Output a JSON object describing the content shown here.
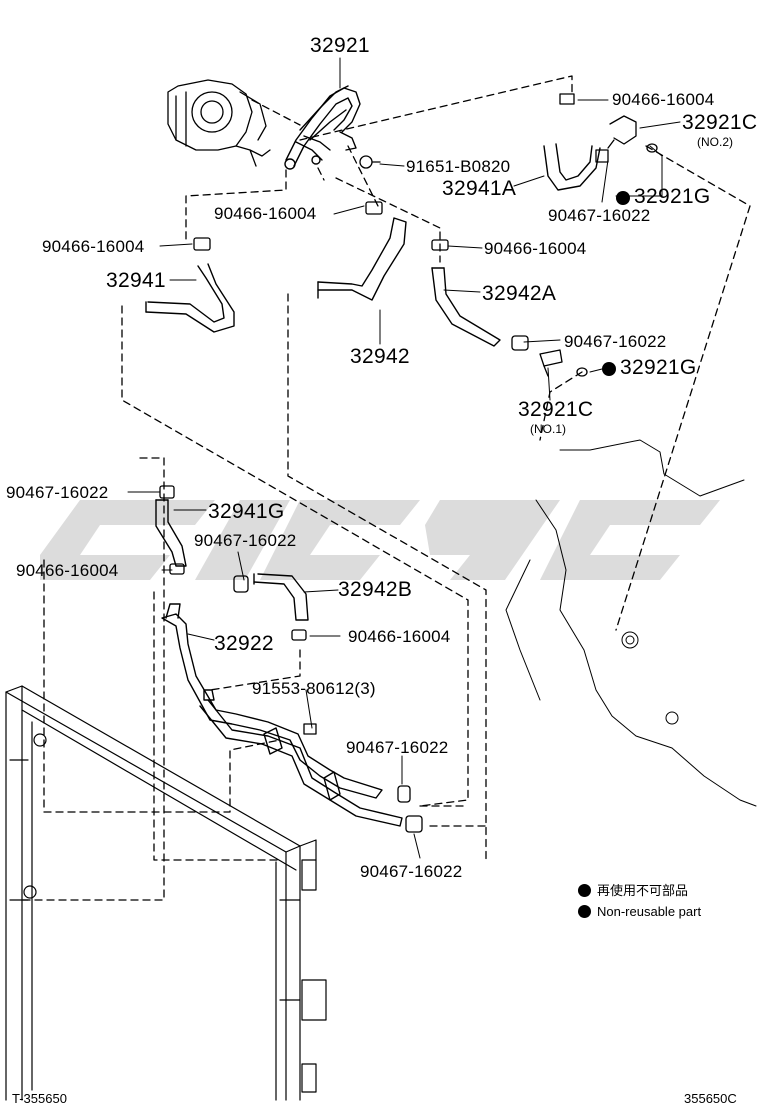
{
  "labels": {
    "p32921": "32921",
    "p90466_tr": "90466-16004",
    "p32921C_top": "32921C",
    "no2": "(NO.2)",
    "p91651": "91651-B0820",
    "p32941A": "32941A",
    "p32921G_top": "32921G",
    "p90467_top": "90467-16022",
    "p90466_mid": "90466-16004",
    "p90466_left": "90466-16004",
    "p90466_right": "90466-16004",
    "p32941": "32941",
    "p32942A": "32942A",
    "p90467_mid": "90467-16022",
    "p32942": "32942",
    "p32921G_mid": "32921G",
    "p32921C_mid": "32921C",
    "no1": "(NO.1)",
    "p90467_left": "90467-16022",
    "p32941G": "32941G",
    "p90467_center": "90467-16022",
    "p90466_lower": "90466-16004",
    "p32942B": "32942B",
    "p32922": "32922",
    "p90466_lower_right": "90466-16004",
    "p91553": "91553-80612(3)",
    "p90467_lower": "90467-16022",
    "p90467_bottom": "90467-16022"
  },
  "legend": {
    "jp": "再使用不可部品",
    "en": "Non-reusable part"
  },
  "watermark": "",
  "footer": {
    "left": "T-355650",
    "right": "355650C"
  },
  "colors": {
    "line": "#000000",
    "watermark": "#d9d9d9"
  }
}
